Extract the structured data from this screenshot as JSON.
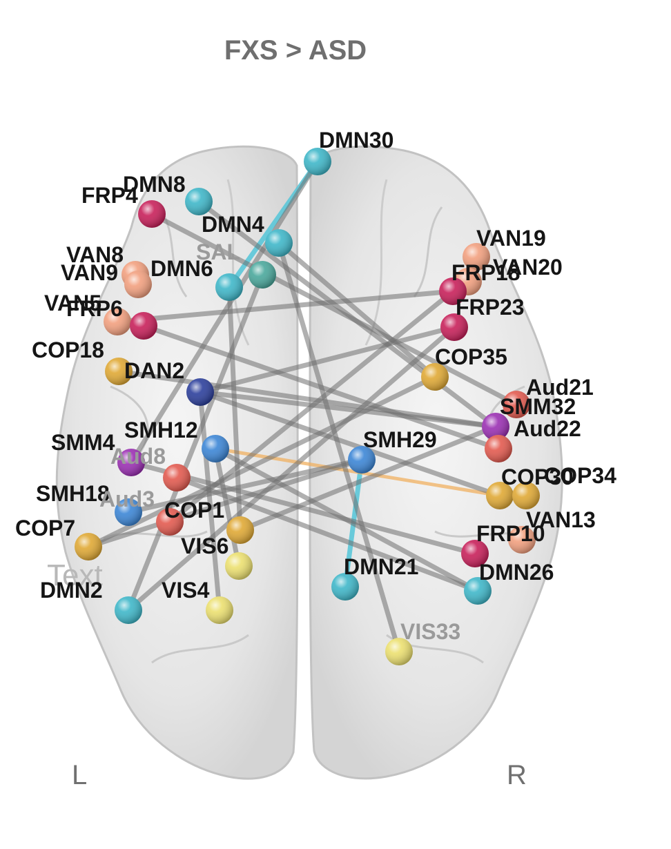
{
  "title": "FXS > ASD",
  "hemisphere_left": "L",
  "hemisphere_right": "R",
  "ghost_text": "Text",
  "colors": {
    "DMN": "#3fb7c9",
    "FRP": "#c8205a",
    "VAN": "#f2a07f",
    "COP": "#e0a935",
    "DAN": "#2c3f9c",
    "SMH": "#3c86d6",
    "SMM": "#9b2fb3",
    "SAL": "#4aa89c",
    "VIS": "#ece070",
    "Aud": "#e35a4f",
    "edge": "#707070",
    "edge_cyan": "#5bc6d8",
    "edge_orange": "#f0b060"
  },
  "nodes": [
    {
      "id": "DMN30",
      "label": "DMN30",
      "net": "DMN",
      "faded": false
    },
    {
      "id": "DMN8",
      "label": "DMN8",
      "net": "DMN",
      "faded": false
    },
    {
      "id": "FRP4",
      "label": "FRP4",
      "net": "FRP",
      "faded": false
    },
    {
      "id": "DMN4",
      "label": "DMN4",
      "net": "DMN",
      "faded": false
    },
    {
      "id": "SAL",
      "label": "SAL",
      "net": "SAL",
      "faded": true
    },
    {
      "id": "VAN8",
      "label": "VAN8",
      "net": "VAN",
      "faded": false
    },
    {
      "id": "VAN9",
      "label": "VAN9",
      "net": "VAN",
      "faded": false
    },
    {
      "id": "DMN6",
      "label": "DMN6",
      "net": "DMN",
      "faded": false
    },
    {
      "id": "VAN5",
      "label": "VAN5",
      "net": "VAN",
      "faded": false
    },
    {
      "id": "FRP6",
      "label": "FRP6",
      "net": "FRP",
      "faded": false
    },
    {
      "id": "COP18",
      "label": "COP18",
      "net": "COP",
      "faded": false
    },
    {
      "id": "DAN2",
      "label": "DAN2",
      "net": "DAN",
      "faded": false
    },
    {
      "id": "SMH12",
      "label": "SMH12",
      "net": "SMH",
      "faded": false
    },
    {
      "id": "SMM4",
      "label": "SMM4",
      "net": "SMM",
      "faded": false
    },
    {
      "id": "Aud8",
      "label": "Aud8",
      "net": "Aud",
      "faded": true
    },
    {
      "id": "SMH18",
      "label": "SMH18",
      "net": "SMH",
      "faded": false
    },
    {
      "id": "Aud3",
      "label": "Aud3",
      "net": "Aud",
      "faded": true
    },
    {
      "id": "COP1",
      "label": "COP1",
      "net": "COP",
      "faded": false
    },
    {
      "id": "COP7",
      "label": "COP7",
      "net": "COP",
      "faded": false
    },
    {
      "id": "VIS6",
      "label": "VIS6",
      "net": "VIS",
      "faded": false
    },
    {
      "id": "DMN2",
      "label": "DMN2",
      "net": "DMN",
      "faded": false
    },
    {
      "id": "VIS4",
      "label": "VIS4",
      "net": "VIS",
      "faded": false
    },
    {
      "id": "VAN19",
      "label": "VAN19",
      "net": "VAN",
      "faded": false
    },
    {
      "id": "VAN20",
      "label": "VAN20",
      "net": "VAN",
      "faded": false
    },
    {
      "id": "FRP18",
      "label": "FRP18",
      "net": "FRP",
      "faded": false
    },
    {
      "id": "FRP23",
      "label": "FRP23",
      "net": "FRP",
      "faded": false
    },
    {
      "id": "COP35",
      "label": "COP35",
      "net": "COP",
      "faded": false
    },
    {
      "id": "Aud21",
      "label": "Aud21",
      "net": "Aud",
      "faded": false
    },
    {
      "id": "SMM32",
      "label": "SMM32",
      "net": "SMM",
      "faded": false
    },
    {
      "id": "Aud22",
      "label": "Aud22",
      "net": "Aud",
      "faded": false
    },
    {
      "id": "SMH29",
      "label": "SMH29",
      "net": "SMH",
      "faded": false
    },
    {
      "id": "COP30",
      "label": "COP30",
      "net": "COP",
      "faded": false
    },
    {
      "id": "COP34",
      "label": "COP34",
      "net": "COP",
      "faded": false
    },
    {
      "id": "VAN13",
      "label": "VAN13",
      "net": "VAN",
      "faded": false
    },
    {
      "id": "FRP10",
      "label": "FRP10",
      "net": "FRP",
      "faded": false
    },
    {
      "id": "DMN21",
      "label": "DMN21",
      "net": "DMN",
      "faded": false
    },
    {
      "id": "DMN26",
      "label": "DMN26",
      "net": "DMN",
      "faded": false
    },
    {
      "id": "VIS33",
      "label": "VIS33",
      "net": "VIS",
      "faded": true
    }
  ],
  "edges": [
    [
      "DMN30",
      "DMN6",
      "cyan"
    ],
    [
      "SMH29",
      "DMN21",
      "cyan"
    ],
    [
      "SMH12",
      "COP30",
      "orange"
    ],
    [
      "DMN4",
      "COP35",
      "gray"
    ],
    [
      "FRP4",
      "Aud21",
      "gray"
    ],
    [
      "DMN8",
      "SMM32",
      "gray"
    ],
    [
      "FRP6",
      "Aud22",
      "gray"
    ],
    [
      "VAN5",
      "FRP18",
      "gray"
    ],
    [
      "COP18",
      "SMM32",
      "gray"
    ],
    [
      "DAN2",
      "SMM32",
      "gray"
    ],
    [
      "DAN2",
      "FRP23",
      "gray"
    ],
    [
      "DAN2",
      "COP30",
      "gray"
    ],
    [
      "DMN6",
      "COP1",
      "gray"
    ],
    [
      "SAL",
      "DMN2",
      "gray"
    ],
    [
      "SMH12",
      "DMN26",
      "gray"
    ],
    [
      "SMM4",
      "FRP10",
      "gray"
    ],
    [
      "SMH18",
      "SMH29",
      "gray"
    ],
    [
      "COP7",
      "SMH29",
      "gray"
    ],
    [
      "DMN2",
      "FRP23",
      "gray"
    ],
    [
      "VIS4",
      "DAN2",
      "gray"
    ],
    [
      "COP1",
      "SMM32",
      "gray"
    ],
    [
      "Aud3",
      "FRP18",
      "gray"
    ],
    [
      "DMN4",
      "VIS33",
      "gray"
    ],
    [
      "VIS6",
      "SMH12",
      "gray"
    ],
    [
      "Aud8",
      "DMN26",
      "gray"
    ],
    [
      "COP35",
      "COP7",
      "gray"
    ],
    [
      "DMN30",
      "SMM4",
      "gray"
    ]
  ]
}
